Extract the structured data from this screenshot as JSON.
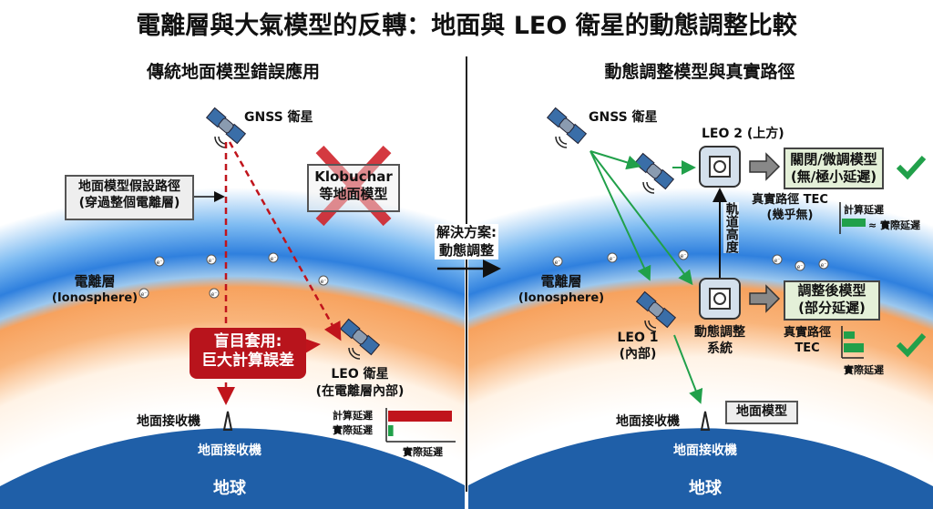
{
  "title": "電離層與大氣模型的反轉：地面與 LEO 衛星的動態調整比較",
  "left": {
    "subtitle": "傳統地面模型錯誤應用",
    "gnss": "GNSS 衛星",
    "assumed_path": [
      "地面模型假設路徑",
      "(穿過整個電離層)"
    ],
    "klobuchar": [
      "Klobuchar",
      "等地面模型"
    ],
    "ionosphere": [
      "電離層",
      "(Ionosphere)"
    ],
    "error_callout": [
      "盲目套用:",
      "巨大計算誤差"
    ],
    "leo": [
      "LEO 衛星",
      "(在電離層內部)"
    ],
    "receiver_label": "地面接收機",
    "receiver_ground": "地面接收機",
    "earth": "地球",
    "chart": {
      "bars": [
        {
          "label": "計算延遲",
          "value": 1.0,
          "color": "#c0141c"
        },
        {
          "label": "實際延遲",
          "value": 0.08,
          "color": "#21a04a"
        }
      ],
      "xlabel": "實際延遲"
    }
  },
  "middle": {
    "solution": [
      "解決方案:",
      "動態調整"
    ]
  },
  "right": {
    "subtitle": "動態調整模型與真實路徑",
    "gnss": "GNSS 衛星",
    "leo2": "LEO 2 (上方)",
    "leo1": [
      "LEO 1",
      "(內部)"
    ],
    "model_off": [
      "關閉/微調模型",
      "(無/極小延遲)"
    ],
    "true_tec_top": [
      "真實路徑 TEC",
      "(幾乎無)"
    ],
    "chart_top": {
      "label": "計算延遲",
      "approx": "≈ 實際延遲"
    },
    "altitude": "軌道高度",
    "system": [
      "動態調整",
      "系統"
    ],
    "adjusted": [
      "調整後模型",
      "(部分延遲)"
    ],
    "true_tec_bottom": [
      "真實路徑",
      "TEC"
    ],
    "chart_bottom": {
      "xlabel": "實際延遲",
      "bars": [
        0.3,
        0.55
      ]
    },
    "ionosphere": [
      "電離層",
      "(Ionosphere)"
    ],
    "receiver_label": "地面接收機",
    "ground_model": "地面模型",
    "receiver_ground": "地面接收機",
    "earth": "地球"
  },
  "electron": "e⁻",
  "colors": {
    "red": "#c0141c",
    "green": "#21a04a",
    "earth": "#1f5fa8"
  }
}
